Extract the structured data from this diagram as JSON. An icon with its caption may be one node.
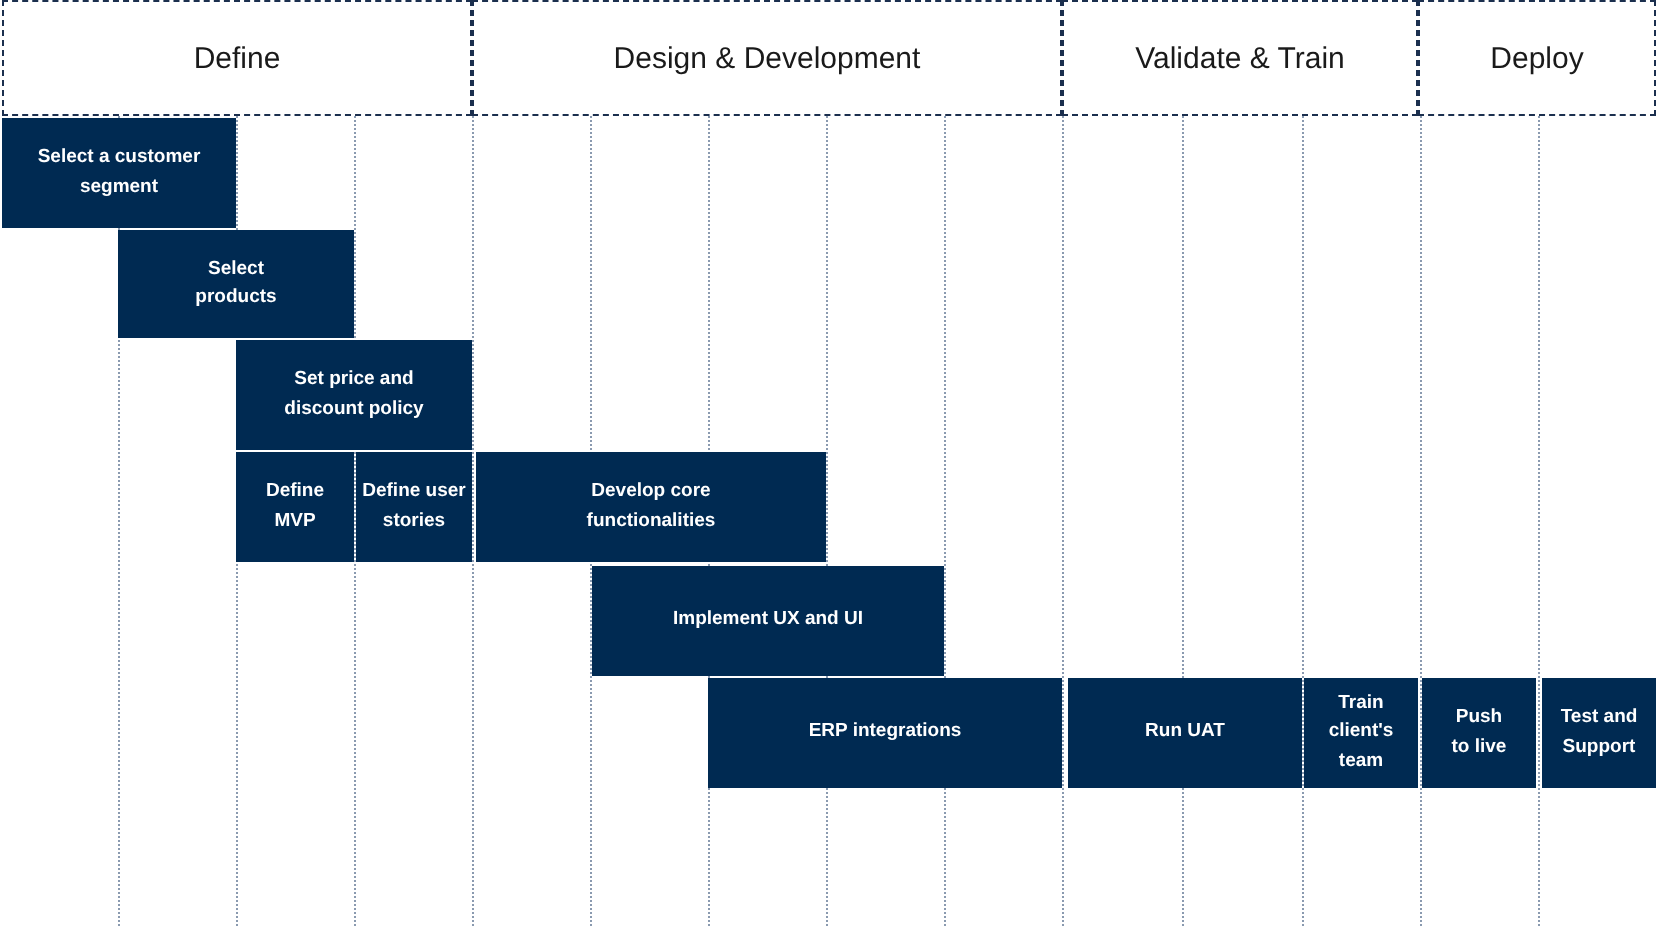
{
  "diagram": {
    "nodes": [
      {
        "text": [
          "Define"
        ]
      },
      {
        "text": [
          "Design & Development"
        ]
      },
      {
        "text": [
          "Validate & Train"
        ]
      },
      {
        "text": [
          "Deploy"
        ]
      },
      {
        "text": [
          "Select a customer segment"
        ]
      },
      {
        "text": [
          "Select products"
        ]
      },
      {
        "text": [
          "Set price and discount policy"
        ]
      },
      {
        "text": [
          "Define MVP"
        ]
      },
      {
        "text": [
          "Define user stories"
        ]
      },
      {
        "text": [
          "Develop core functionalities"
        ]
      },
      {
        "text": [
          "Implement UX and UI"
        ]
      },
      {
        "text": [
          "ERP integrations"
        ]
      },
      {
        "text": [
          "Run UAT"
        ]
      },
      {
        "text": [
          "Train client's team"
        ]
      },
      {
        "text": [
          "Push to live"
        ]
      },
      {
        "text": [
          "Test and Support"
        ]
      }
    ]
  }
}
